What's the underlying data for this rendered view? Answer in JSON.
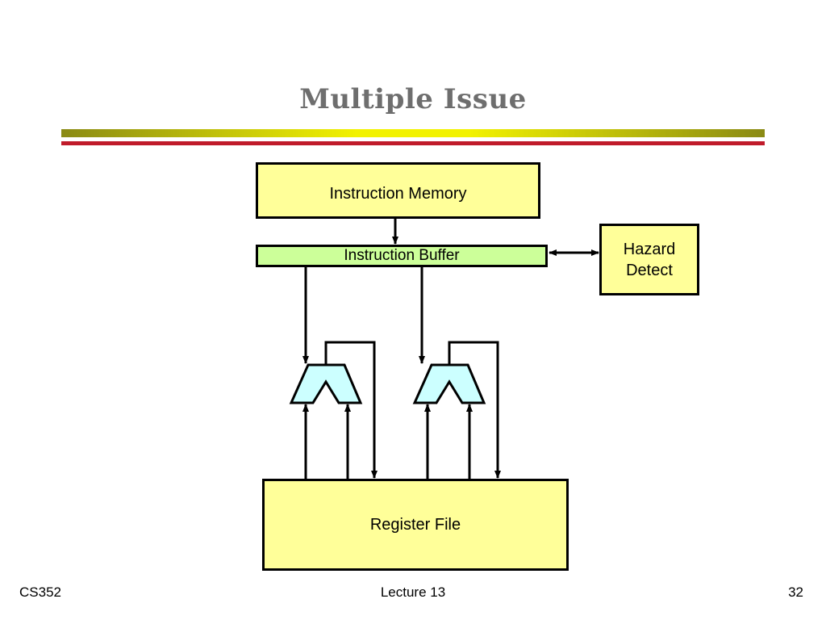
{
  "slide": {
    "title": "Multiple Issue",
    "colors": {
      "title": "#6e6e6e",
      "rule_gold": "#f2f200",
      "rule_red": "#c01b2a",
      "box_fill": "#ffff99",
      "buffer_fill": "#ccff99",
      "alu_fill": "#ccffff"
    }
  },
  "diagram": {
    "instruction_memory": "Instruction Memory",
    "instruction_buffer": "Instruction Buffer",
    "hazard_detect": [
      "Hazard",
      "Detect"
    ],
    "register_file": "Register File"
  },
  "footer": {
    "left": "CS352",
    "center": "Lecture 13",
    "right": "32"
  }
}
